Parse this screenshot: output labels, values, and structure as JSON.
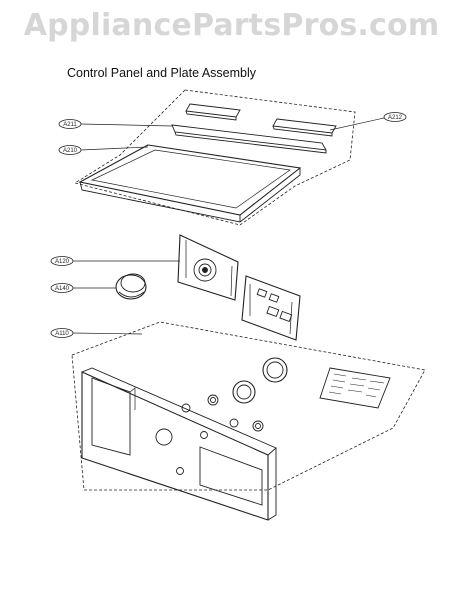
{
  "watermark": "AppliancePartsPros.com",
  "title": "Control Panel and Plate Assembly",
  "callouts": {
    "a211": "A211",
    "a212": "A212",
    "a210": "A210",
    "a120": "A120",
    "a140": "A140",
    "a110": "A110"
  },
  "colors": {
    "line": "#222222",
    "watermark": "#d6d6d6"
  }
}
